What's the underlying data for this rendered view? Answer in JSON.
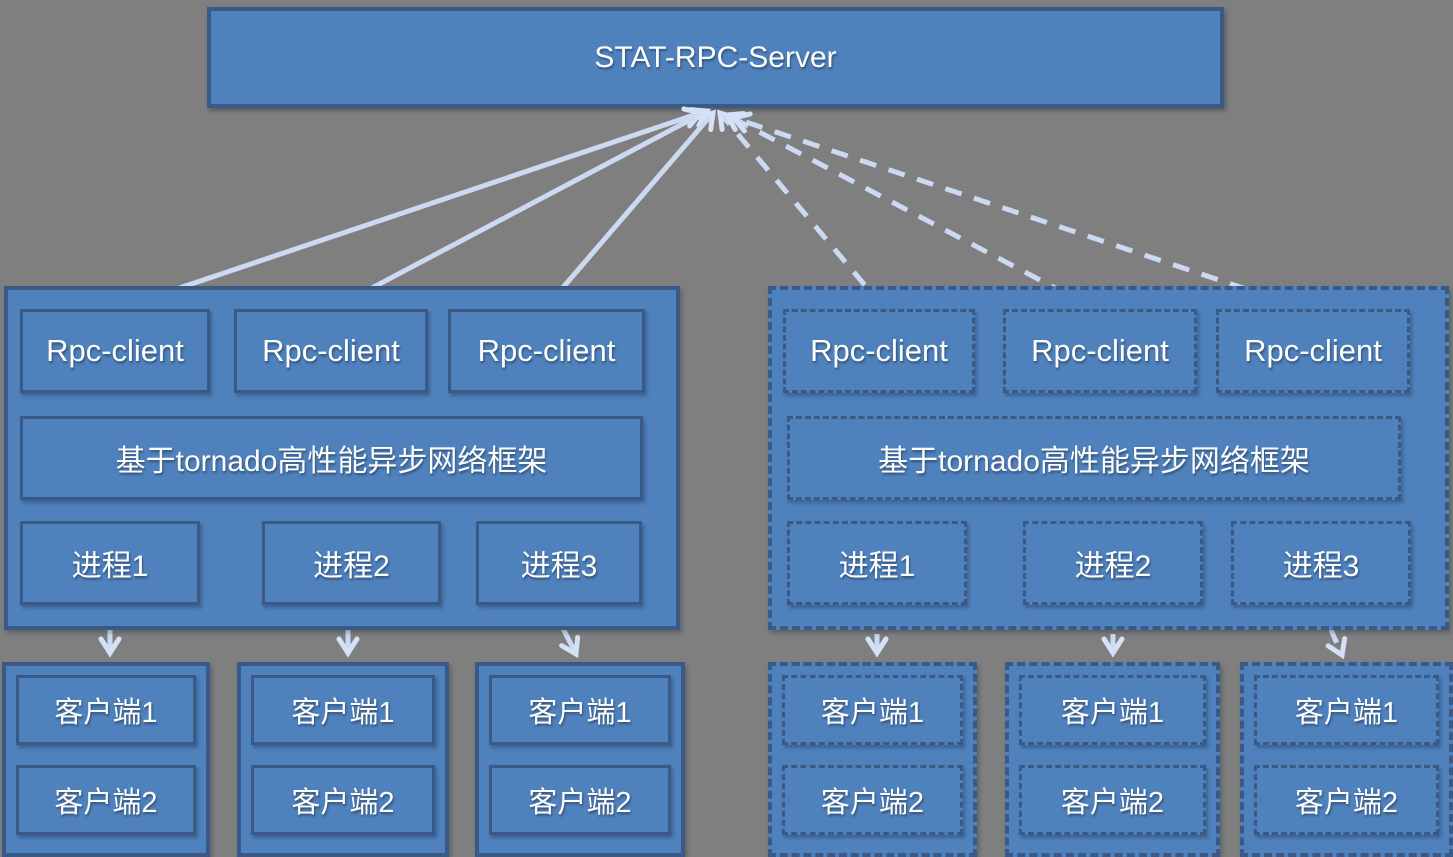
{
  "colors": {
    "background": "#7F7F7F",
    "box_fill": "#4F81BD",
    "box_border": "#3A5A85",
    "arrow": "#CBDAF2",
    "text": "#FFFFFF"
  },
  "server": {
    "label": "STAT-RPC-Server"
  },
  "groups": [
    {
      "name": "solid-cluster",
      "border_style": "solid",
      "rpc_clients": [
        {
          "label": "Rpc-client"
        },
        {
          "label": "Rpc-client"
        },
        {
          "label": "Rpc-client"
        }
      ],
      "framework_label": "基于tornado高性能异步网络框架",
      "processes": [
        {
          "label": "进程1"
        },
        {
          "label": "进程2"
        },
        {
          "label": "进程3"
        }
      ]
    },
    {
      "name": "dashed-cluster",
      "border_style": "dashed",
      "rpc_clients": [
        {
          "label": "Rpc-client"
        },
        {
          "label": "Rpc-client"
        },
        {
          "label": "Rpc-client"
        }
      ],
      "framework_label": "基于tornado高性能异步网络框架",
      "processes": [
        {
          "label": "进程1"
        },
        {
          "label": "进程2"
        },
        {
          "label": "进程3"
        }
      ]
    }
  ],
  "client_columns": [
    {
      "border_style": "solid",
      "clients": [
        {
          "label": "客户端1"
        },
        {
          "label": "客户端2"
        }
      ]
    },
    {
      "border_style": "solid",
      "clients": [
        {
          "label": "客户端1"
        },
        {
          "label": "客户端2"
        }
      ]
    },
    {
      "border_style": "solid",
      "clients": [
        {
          "label": "客户端1"
        },
        {
          "label": "客户端2"
        }
      ]
    },
    {
      "border_style": "dashed",
      "clients": [
        {
          "label": "客户端1"
        },
        {
          "label": "客户端2"
        }
      ]
    },
    {
      "border_style": "dashed",
      "clients": [
        {
          "label": "客户端1"
        },
        {
          "label": "客户端2"
        }
      ]
    },
    {
      "border_style": "dashed",
      "clients": [
        {
          "label": "客户端1"
        },
        {
          "label": "客户端2"
        }
      ]
    }
  ]
}
